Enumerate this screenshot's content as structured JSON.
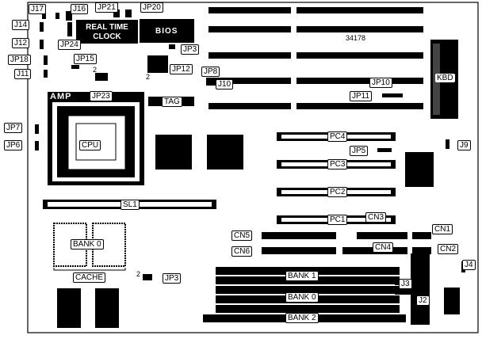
{
  "board_number": "34178",
  "chips": {
    "bios": "BIOS",
    "rtc_line1": "REAL TIME",
    "rtc_line2": "CLOCK",
    "cpu_brand": "AMP"
  },
  "pin_marks": {
    "jp15": "2",
    "jp12": "2",
    "jp3b": "2"
  },
  "labels": {
    "j17": "J17",
    "j16": "J16",
    "jp21": "JP21",
    "jp20": "JP20",
    "j14": "J14",
    "jp24": "JP24",
    "j12": "J12",
    "jp3a": "JP3",
    "jp18": "JP18",
    "jp15": "JP15",
    "jp12": "JP12",
    "j11": "J11",
    "jp8": "JP8",
    "j10": "J10",
    "jp10": "JP10",
    "kbd": "KBD",
    "jp23": "JP23",
    "tag": "TAG",
    "jp11": "JP11",
    "jp7": "JP7",
    "pc4": "PC4",
    "j9": "J9",
    "jp6": "JP6",
    "cpu": "CPU",
    "jp5": "JP5",
    "pc3": "PC3",
    "pc2": "PC2",
    "sl1": "SL1",
    "pc1": "PC1",
    "cn3": "CN3",
    "cn1": "CN1",
    "cn5": "CN5",
    "bank0_cache": "BANK 0",
    "cn6": "CN6",
    "cn2": "CN2",
    "cn4": "CN4",
    "j4": "J4",
    "cache": "CACHE",
    "jp3b": "JP3",
    "bank1": "BANK 1",
    "j3": "J3",
    "bank0_simm": "BANK 0",
    "j2": "J2",
    "bank2": "BANK 2"
  }
}
